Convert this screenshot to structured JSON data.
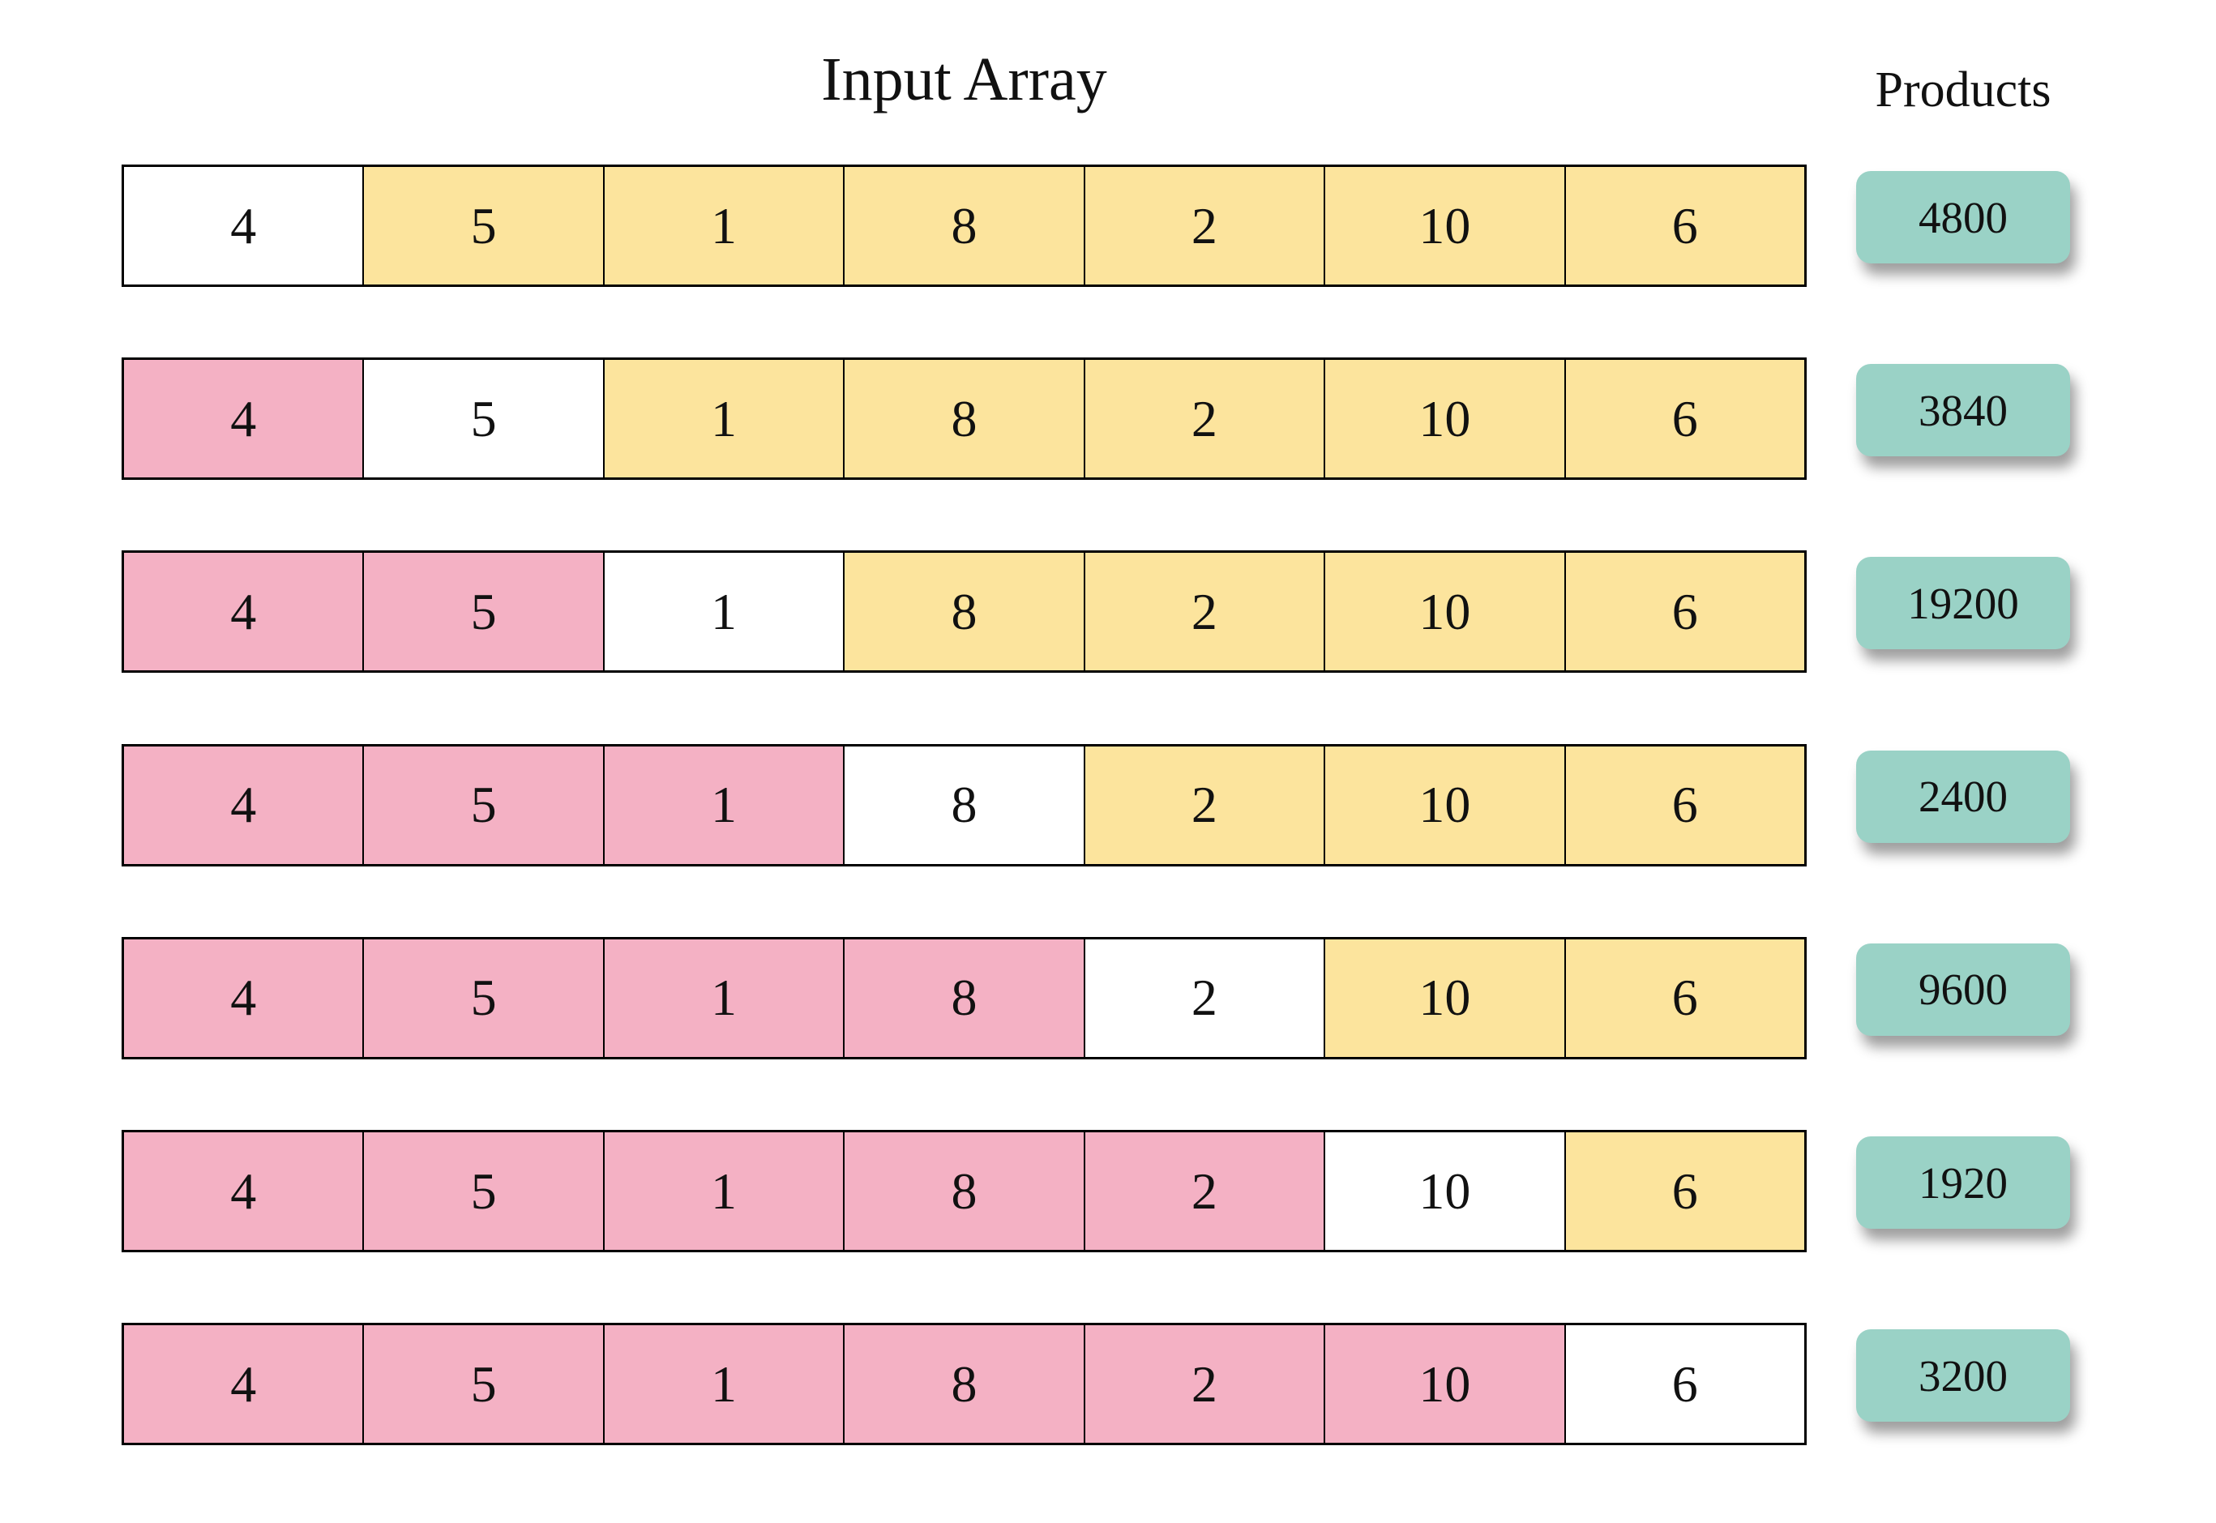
{
  "title": "Input Array",
  "products_label": "Products",
  "input_array": [
    "4",
    "5",
    "1",
    "8",
    "2",
    "10",
    "6"
  ],
  "colors": {
    "prefix_cell": "#f4b1c4",
    "suffix_cell": "#fce49d",
    "excluded_cell": "#ffffff",
    "product_badge": "#9ad2c6",
    "border": "#000000",
    "text": "#111111"
  },
  "rows": [
    {
      "cells": [
        "4",
        "5",
        "1",
        "8",
        "2",
        "10",
        "6"
      ],
      "excluded_index": 0,
      "product": "4800"
    },
    {
      "cells": [
        "4",
        "5",
        "1",
        "8",
        "2",
        "10",
        "6"
      ],
      "excluded_index": 1,
      "product": "3840"
    },
    {
      "cells": [
        "4",
        "5",
        "1",
        "8",
        "2",
        "10",
        "6"
      ],
      "excluded_index": 2,
      "product": "19200"
    },
    {
      "cells": [
        "4",
        "5",
        "1",
        "8",
        "2",
        "10",
        "6"
      ],
      "excluded_index": 3,
      "product": "2400"
    },
    {
      "cells": [
        "4",
        "5",
        "1",
        "8",
        "2",
        "10",
        "6"
      ],
      "excluded_index": 4,
      "product": "9600"
    },
    {
      "cells": [
        "4",
        "5",
        "1",
        "8",
        "2",
        "10",
        "6"
      ],
      "excluded_index": 5,
      "product": "1920"
    },
    {
      "cells": [
        "4",
        "5",
        "1",
        "8",
        "2",
        "10",
        "6"
      ],
      "excluded_index": 6,
      "product": "3200"
    }
  ]
}
